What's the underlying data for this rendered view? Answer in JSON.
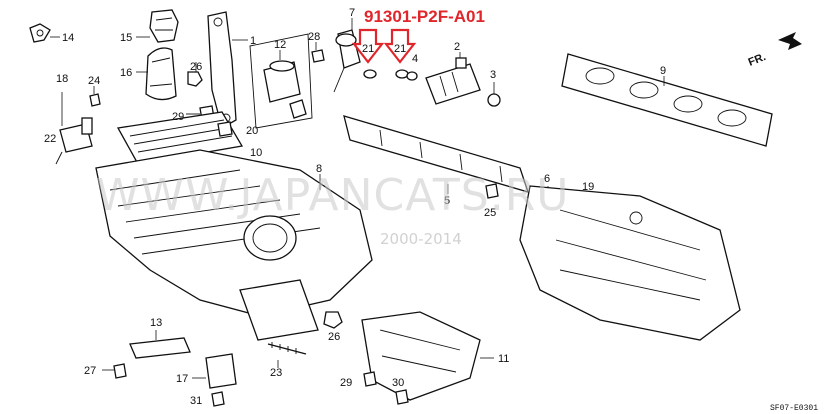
{
  "highlight": {
    "part_number": "91301-P2F-A01",
    "color": "#e0262b"
  },
  "watermark": {
    "site": "WWW.JAPANCATS.RU",
    "year": "2000-2014"
  },
  "direction_label": "FR.",
  "figure_code": "SF07-E0301",
  "callouts": {
    "c1": "1",
    "c2": "2",
    "c3": "3",
    "c4": "4",
    "c5": "5",
    "c6": "6",
    "c7": "7",
    "c8": "8",
    "c9": "9",
    "c10": "10",
    "c11": "11",
    "c12": "12",
    "c13": "13",
    "c14": "14",
    "c15": "15",
    "c16": "16",
    "c17": "17",
    "c18": "18",
    "c19": "19",
    "c20": "20",
    "c21a": "21",
    "c21b": "21",
    "c22": "22",
    "c23": "23",
    "c24": "24",
    "c25": "25",
    "c26a": "26",
    "c26b": "26",
    "c27": "27",
    "c28": "28",
    "c29a": "29",
    "c29b": "29",
    "c30": "30",
    "c31": "31"
  }
}
